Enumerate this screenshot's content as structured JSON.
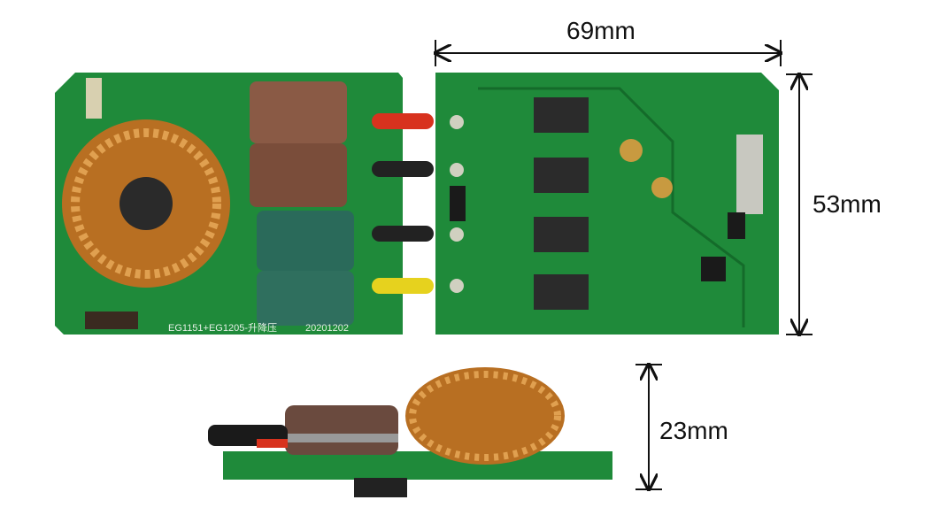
{
  "dimensions": {
    "width": "69mm",
    "height": "53mm",
    "thickness": "23mm"
  },
  "board_label": {
    "model": "EG1151+EG1205-升降压",
    "date": "20201202"
  },
  "colors": {
    "pcb": "#1f8a3a",
    "pcb_dark": "#146b2a",
    "copper": "#c8822e"
  }
}
